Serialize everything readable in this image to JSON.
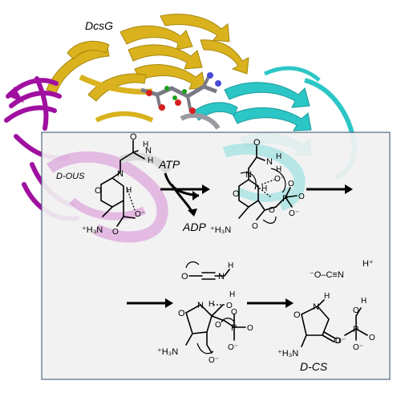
{
  "protein": {
    "name": "DcsG",
    "colors": {
      "gold": "#d9b21e",
      "gold_dark": "#a8870c",
      "purple": "#a010a0",
      "cyan": "#2cc6c6",
      "grey": "#9a9aa2",
      "box_fill": "#f1f1f1",
      "box_border": "#506680"
    }
  },
  "reaction": {
    "substrate": "D-OUS",
    "cofactor_in": "ATP",
    "cofactor_out": "ADP",
    "product": "D-CS",
    "intermediate_leaving": "O=C=N-H",
    "cyanate": "⁻O–C≡N",
    "proton": "H⁺"
  },
  "atoms": {
    "O": "O",
    "N": "N",
    "H": "H",
    "P": "P",
    "O_minus": "O⁻",
    "amm": "⁺H₃N"
  }
}
